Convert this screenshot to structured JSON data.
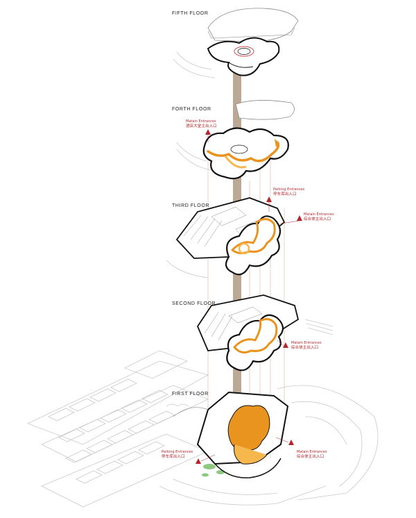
{
  "colors": {
    "circulation": "#e9941f",
    "circulation_light": "#f6b74d",
    "core": "#b5a08a",
    "outline": "#111111",
    "linework": "#8a8a8a",
    "context": "#c9c9c9",
    "annotation": "#b3262c",
    "green": "#7bbf6a"
  },
  "floors": [
    {
      "label": "FIFTH FLOOR"
    },
    {
      "label": "FORTH FLOOR"
    },
    {
      "label": "THIRD FLOOR"
    },
    {
      "label": "SECOND FLOOR"
    },
    {
      "label": "FIRST FLOOR"
    }
  ],
  "annotations": [
    {
      "en": "Matain Entrances",
      "cn": "酒店大堂主出入口"
    },
    {
      "en": "Parking Entrances",
      "cn": "停车库出入口"
    },
    {
      "en": "Matain Entrances",
      "cn": "综合体主出入口"
    },
    {
      "en": "Matain Entrances",
      "cn": "综合体主出入口"
    },
    {
      "en": "Parking Entrances",
      "cn": "停车库出入口"
    },
    {
      "en": "Matain Entrances",
      "cn": "综合体主出入口"
    }
  ]
}
